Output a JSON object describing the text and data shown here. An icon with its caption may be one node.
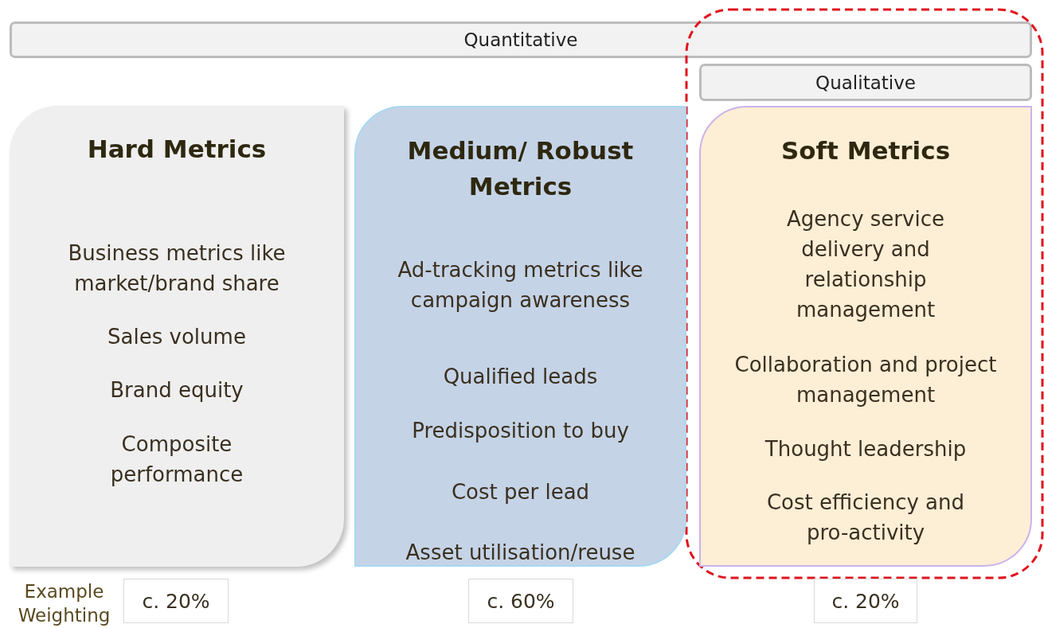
{
  "diagram": {
    "nodes": [
      {
        "text": [
          "Quantitative"
        ]
      },
      {
        "text": [],
        "shape": "box"
      },
      {
        "text": [
          "Qualitative"
        ],
        "in": 1
      },
      {
        "text": [
          "Hard Metrics",
          "Business metrics like market/brand share",
          "Sales volume",
          "Brand equity",
          "Composite performance"
        ]
      },
      {
        "text": [
          "Medium/ Robust Metrics",
          "Ad-tracking metrics like campaign awareness",
          "Qualified leads",
          "Predisposition to buy",
          "Cost per lead",
          "Asset utilisation/reuse"
        ]
      },
      {
        "text": [
          "Soft Metrics",
          "Agency service delivery and relationship management",
          "Collaboration and project management",
          "Thought leadership",
          "Cost efficiency and pro-activity"
        ],
        "in": 1
      },
      {
        "text": [
          "c. 20%"
        ]
      },
      {
        "text": [
          "c. 60%"
        ]
      },
      {
        "text": [
          "c. 20%"
        ]
      }
    ],
    "labels": [
      "Example Weighting"
    ]
  }
}
